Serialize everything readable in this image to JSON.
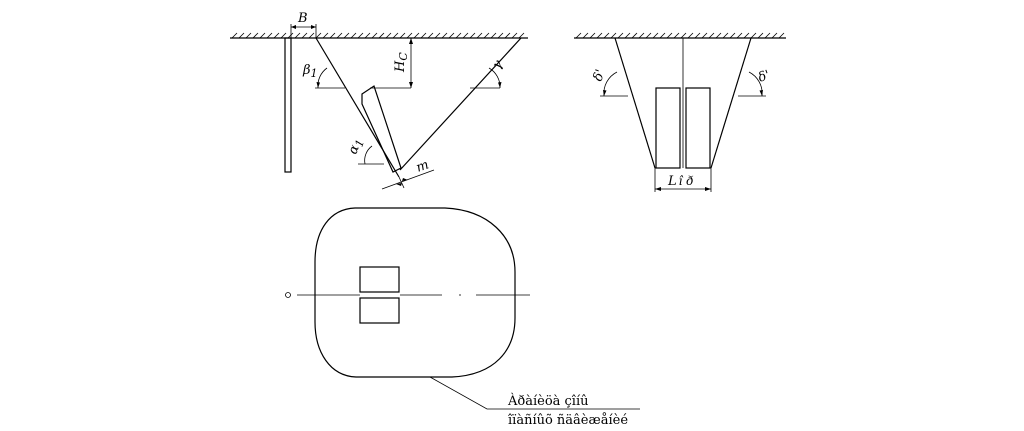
{
  "labels": {
    "b": "B",
    "beta": "β",
    "beta_sub": "1",
    "h": "H",
    "h_sub": "C",
    "gamma": "γ",
    "alpha": "α",
    "alpha_sub": "1",
    "m": "m",
    "delta_left": "δ'",
    "delta_right": "δ'",
    "l": "L",
    "l_sub": "î ð",
    "circle": "o"
  },
  "caption": {
    "line1": "Àðàíèöà çîíû",
    "line2": "îïàñíûõ ñäâèæåíèé"
  }
}
